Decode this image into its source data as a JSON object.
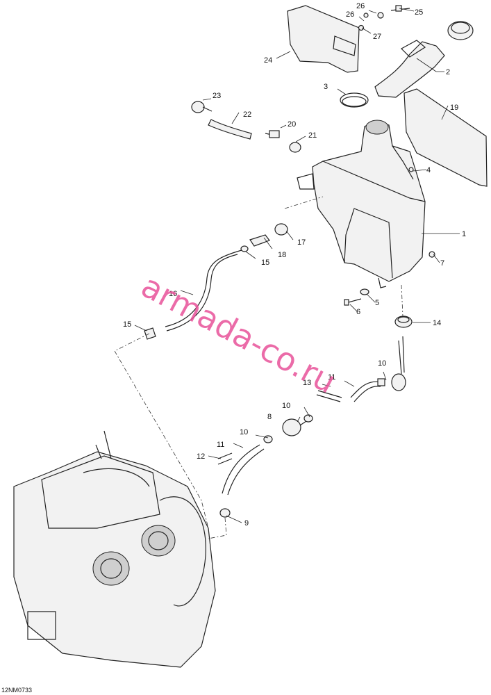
{
  "figure_code": "12NM0733",
  "watermark": "armada-co.ru",
  "callouts": [
    "1",
    "2",
    "3",
    "4",
    "5",
    "6",
    "7",
    "8",
    "9",
    "10",
    "10",
    "10",
    "11",
    "11",
    "12",
    "13",
    "14",
    "15",
    "15",
    "16",
    "17",
    "18",
    "19",
    "20",
    "21",
    "22",
    "23",
    "24",
    "25",
    "26",
    "26",
    "27"
  ]
}
